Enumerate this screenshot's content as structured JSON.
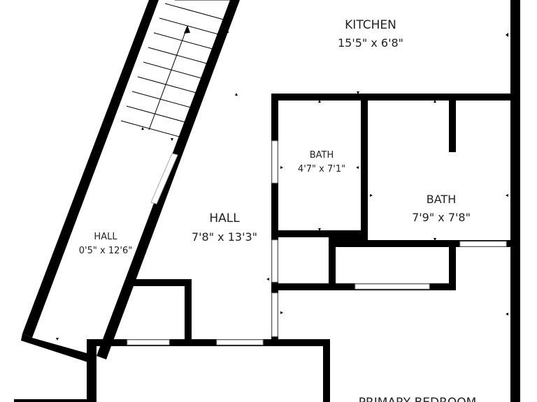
{
  "rooms": {
    "kitchen": {
      "name": "KITCHEN",
      "dims": "15'5\" x 6'8\""
    },
    "bath_small": {
      "name": "BATH",
      "dims": "4'7\" x 7'1\""
    },
    "bath_large": {
      "name": "BATH",
      "dims": "7'9\" x 7'8\""
    },
    "hall_main": {
      "name": "HALL",
      "dims": "7'8\" x 13'3\""
    },
    "hall_stair": {
      "name": "HALL",
      "dims": "0'5\" x 12'6\""
    },
    "primary_bedroom": {
      "name": "PRIMARY BEDROOM"
    }
  },
  "colors": {
    "wall": "#000000",
    "background": "#ffffff",
    "text": "#222222"
  }
}
